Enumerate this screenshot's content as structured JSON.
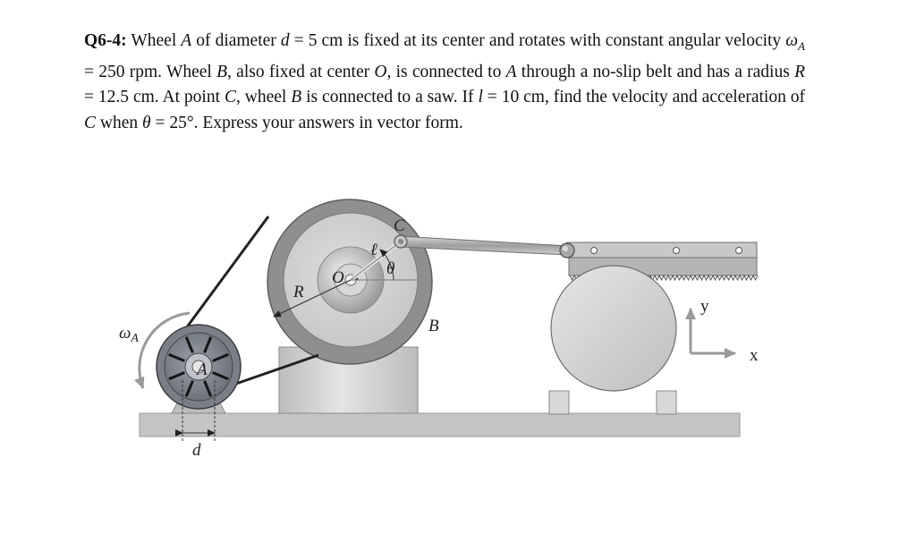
{
  "problem": {
    "id": "Q6-4:",
    "segments": [
      {
        "t": "Wheel ",
        "s": "n"
      },
      {
        "t": "A",
        "s": "i"
      },
      {
        "t": " of diameter ",
        "s": "n"
      },
      {
        "t": "d",
        "s": "i"
      },
      {
        "t": " = 5 cm is fixed at its center and rotates with constant angular velocity ",
        "s": "n"
      },
      {
        "t": "ω",
        "s": "i"
      },
      {
        "t": "A",
        "s": "sub"
      },
      {
        "t": " = 250 rpm. Wheel ",
        "s": "n"
      },
      {
        "t": "B",
        "s": "i"
      },
      {
        "t": ", also fixed at center ",
        "s": "n"
      },
      {
        "t": "O",
        "s": "i"
      },
      {
        "t": ", is connected to ",
        "s": "n"
      },
      {
        "t": "A",
        "s": "i"
      },
      {
        "t": " through a no-slip belt and has a radius ",
        "s": "n"
      },
      {
        "t": "R",
        "s": "i"
      },
      {
        "t": " = 12.5 cm. At point ",
        "s": "n"
      },
      {
        "t": "C",
        "s": "i"
      },
      {
        "t": ", wheel ",
        "s": "n"
      },
      {
        "t": "B",
        "s": "i"
      },
      {
        "t": " is connected to a saw. If ",
        "s": "n"
      },
      {
        "t": "l",
        "s": "i"
      },
      {
        "t": " = 10 cm, find the velocity and acceleration of ",
        "s": "n"
      },
      {
        "t": "C",
        "s": "i"
      },
      {
        "t": " when ",
        "s": "n"
      },
      {
        "t": "θ",
        "s": "i"
      },
      {
        "t": " = 25°. Express your answers in vector form.",
        "s": "n"
      }
    ]
  },
  "figure": {
    "labels": {
      "C": "C",
      "l": "ℓ",
      "O": "O",
      "theta": "θ",
      "R": "R",
      "B": "B",
      "omega": "ω",
      "omega_sub": "A",
      "A": "A",
      "d": "d",
      "y": "y",
      "x": "x"
    },
    "colors": {
      "wheel_b_outer": "#8f8f8f",
      "wheel_b_inner": "#d8d8d8",
      "hub": "#a8a8a8",
      "ground": "#c4c4c4",
      "pedestal": "#cfcfcf",
      "rod": "#b5b5b5",
      "saw": "#b8b8b8",
      "belt": "#222222",
      "axis_arrow": "#9a9a9a"
    }
  }
}
